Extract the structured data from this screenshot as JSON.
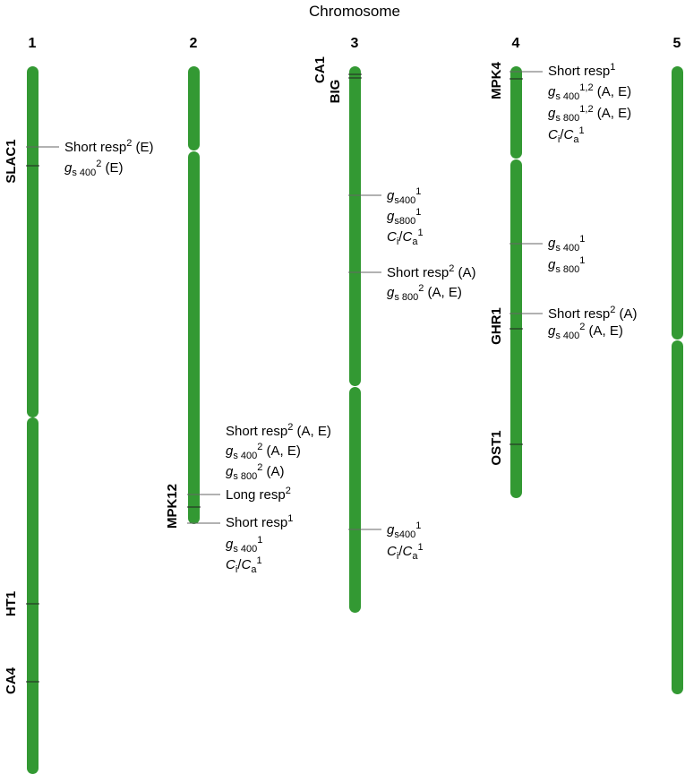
{
  "title": "Chromosome",
  "colors": {
    "chromosome": "#339933",
    "leader": "#666666",
    "tick": "#222222",
    "text": "#111111"
  },
  "chromosomes": [
    {
      "number": "1"
    },
    {
      "number": "2"
    },
    {
      "number": "3"
    },
    {
      "number": "4"
    },
    {
      "number": "5"
    }
  ],
  "genes": [
    "SLAC1",
    "HT1",
    "CA4",
    "MPK12",
    "CA1",
    "BIG",
    "MPK4",
    "GHR1",
    "OST1"
  ],
  "qtl_labels": {
    "c1_short_resp": {
      "text": "Short resp",
      "sup": "2",
      "tail": " (E)"
    },
    "c1_gs400": {
      "g": "g",
      "sub": "s 400",
      "sup": "2",
      "tail": " (E)"
    },
    "c2_short_resp": {
      "text": "Short resp",
      "sup": "2",
      "tail": " (A, E)"
    },
    "c2_gs400": {
      "g": "g",
      "sub": "s 400",
      "sup": "2",
      "tail": " (A, E)"
    },
    "c2_gs800": {
      "g": "g",
      "sub": "s 800",
      "sup": "2",
      "tail": " (A)"
    },
    "c2_long_resp": {
      "text": "Long resp",
      "sup": "2",
      "tail": ""
    },
    "c2_short_resp1": {
      "text": "Short resp",
      "sup": "1",
      "tail": ""
    },
    "c2_gs400_1": {
      "g": "g",
      "sub": "s 400",
      "sup": "1",
      "tail": ""
    },
    "c2_cica": {
      "ci": "C",
      "ci_sub": "i",
      "ca": "C",
      "ca_sub": "a",
      "sup": "1"
    },
    "c3_gs400": {
      "g": "g",
      "sub": "s400",
      "sup": "1",
      "tail": ""
    },
    "c3_gs800": {
      "g": "g",
      "sub": "s800",
      "sup": "1",
      "tail": ""
    },
    "c3_cica": {
      "ci": "C",
      "ci_sub": "i",
      "ca": "C",
      "ca_sub": "a",
      "sup": "1"
    },
    "c3_short_resp": {
      "text": "Short resp",
      "sup": "2",
      "tail": " (A)"
    },
    "c3_gs800_2": {
      "g": "g",
      "sub": "s 800",
      "sup": "2",
      "tail": " (A, E)"
    },
    "c3_gs400_b": {
      "g": "g",
      "sub": "s400",
      "sup": "1",
      "tail": ""
    },
    "c3_cica_b": {
      "ci": "C",
      "ci_sub": "i",
      "ca": "C",
      "ca_sub": "a",
      "sup": "1"
    },
    "c4_short_resp1": {
      "text": "Short resp",
      "sup": "1",
      "tail": ""
    },
    "c4_gs400": {
      "g": "g",
      "sub": "s 400",
      "sup": "1,2",
      "tail": " (A, E)"
    },
    "c4_gs800": {
      "g": "g",
      "sub": "s 800",
      "sup": "1,2",
      "tail": " (A, E)"
    },
    "c4_cica": {
      "ci": "C",
      "ci_sub": "i",
      "ca": "C",
      "ca_sub": "a",
      "sup": "1"
    },
    "c4_gs400_b": {
      "g": "g",
      "sub": "s 400",
      "sup": "1",
      "tail": ""
    },
    "c4_gs800_b": {
      "g": "g",
      "sub": "s 800",
      "sup": "1",
      "tail": ""
    },
    "c4_short_resp2": {
      "text": "Short resp",
      "sup": "2",
      "tail": " (A)"
    },
    "c4_gs400_2": {
      "g": "g",
      "sub": "s 400",
      "sup": "2",
      "tail": " (A, E)"
    }
  }
}
